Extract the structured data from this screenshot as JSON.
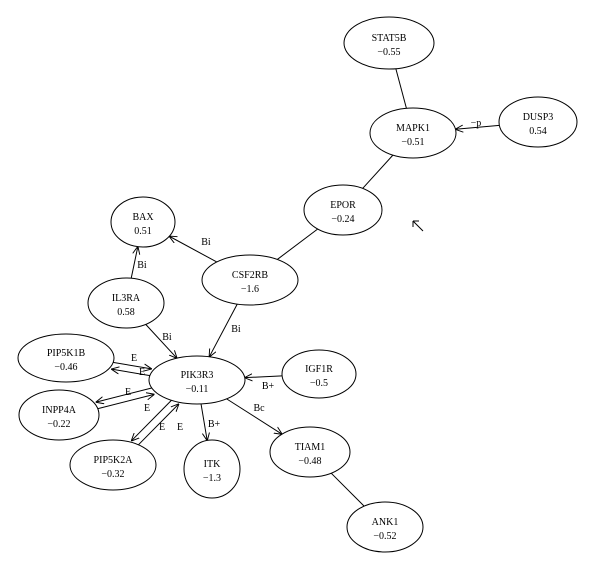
{
  "nodes": [
    {
      "id": "STAT5B",
      "name": "STAT5B",
      "value": "−0.55"
    },
    {
      "id": "MAPK1",
      "name": "MAPK1",
      "value": "−0.51"
    },
    {
      "id": "DUSP3",
      "name": "DUSP3",
      "value": "0.54"
    },
    {
      "id": "EPOR",
      "name": "EPOR",
      "value": "−0.24"
    },
    {
      "id": "BAX",
      "name": "BAX",
      "value": "0.51"
    },
    {
      "id": "CSF2RB",
      "name": "CSF2RB",
      "value": "−1.6"
    },
    {
      "id": "IL3RA",
      "name": "IL3RA",
      "value": "0.58"
    },
    {
      "id": "PIP5K1B",
      "name": "PIP5K1B",
      "value": "−0.46"
    },
    {
      "id": "PIK3R3",
      "name": "PIK3R3",
      "value": "−0.11"
    },
    {
      "id": "IGF1R",
      "name": "IGF1R",
      "value": "−0.5"
    },
    {
      "id": "INPP4A",
      "name": "INPP4A",
      "value": "−0.22"
    },
    {
      "id": "PIP5K2A",
      "name": "PIP5K2A",
      "value": "−0.32"
    },
    {
      "id": "ITK",
      "name": "ITK",
      "value": "−1.3"
    },
    {
      "id": "TIAM1",
      "name": "TIAM1",
      "value": "−0.48"
    },
    {
      "id": "ANK1",
      "name": "ANK1",
      "value": "−0.52"
    }
  ],
  "edges": [
    {
      "from": "STAT5B",
      "to": "MAPK1",
      "label": "",
      "arrow": false
    },
    {
      "from": "DUSP3",
      "to": "MAPK1",
      "label": "−p",
      "arrow": true
    },
    {
      "from": "EPOR",
      "to": "MAPK1",
      "label": "",
      "arrow": false
    },
    {
      "from": "CSF2RB",
      "to": "EPOR",
      "label": "",
      "arrow": false
    },
    {
      "from": "CSF2RB",
      "to": "BAX",
      "label": "Bi",
      "arrow": true
    },
    {
      "from": "IL3RA",
      "to": "BAX",
      "label": "Bi",
      "arrow": true
    },
    {
      "from": "IL3RA",
      "to": "PIK3R3",
      "label": "Bi",
      "arrow": true
    },
    {
      "from": "CSF2RB",
      "to": "PIK3R3",
      "label": "Bi",
      "arrow": true
    },
    {
      "from": "PIP5K1B",
      "to": "PIK3R3",
      "label": "E",
      "arrow": true
    },
    {
      "from": "PIK3R3",
      "to": "PIP5K1B",
      "label": "E",
      "arrow": true
    },
    {
      "from": "PIK3R3",
      "to": "INPP4A",
      "label": "E",
      "arrow": true
    },
    {
      "from": "INPP4A",
      "to": "PIK3R3",
      "label": "E",
      "arrow": true
    },
    {
      "from": "PIK3R3",
      "to": "PIP5K2A",
      "label": "E",
      "arrow": true
    },
    {
      "from": "PIP5K2A",
      "to": "PIK3R3",
      "label": "E",
      "arrow": true
    },
    {
      "from": "IGF1R",
      "to": "PIK3R3",
      "label": "B+",
      "arrow": true
    },
    {
      "from": "PIK3R3",
      "to": "ITK",
      "label": "B+",
      "arrow": true
    },
    {
      "from": "PIK3R3",
      "to": "TIAM1",
      "label": "Bc",
      "arrow": true
    },
    {
      "from": "ANK1",
      "to": "TIAM1",
      "label": "",
      "arrow": false
    }
  ],
  "cursor_icon": "arrow-pointer-icon"
}
